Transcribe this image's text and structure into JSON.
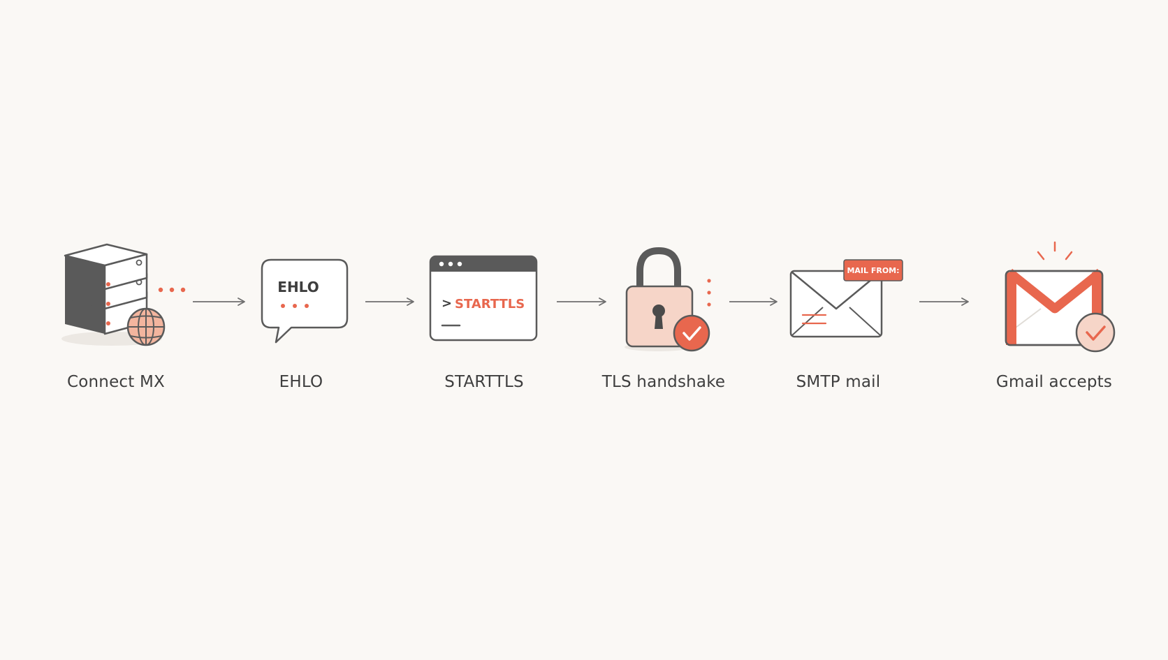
{
  "colors": {
    "background": "#faf8f5",
    "accent": "#e8674e",
    "accent_light": "#f6d5c8",
    "stroke": "#5a5a5a",
    "dark": "#4a4a4a",
    "text": "#3e3e3e"
  },
  "steps": [
    {
      "label": "Connect MX",
      "icon": "server-globe-icon"
    },
    {
      "label": "EHLO",
      "icon": "speech-bubble-icon",
      "bubble_text": "EHLO"
    },
    {
      "label": "STARTTLS",
      "icon": "terminal-window-icon",
      "prompt": ">",
      "command": "STARTTLS"
    },
    {
      "label": "TLS handshake",
      "icon": "padlock-check-icon"
    },
    {
      "label": "SMTP mail",
      "icon": "envelope-icon",
      "tag": "MAIL FROM:"
    },
    {
      "label": "Gmail accepts",
      "icon": "gmail-check-icon"
    }
  ]
}
